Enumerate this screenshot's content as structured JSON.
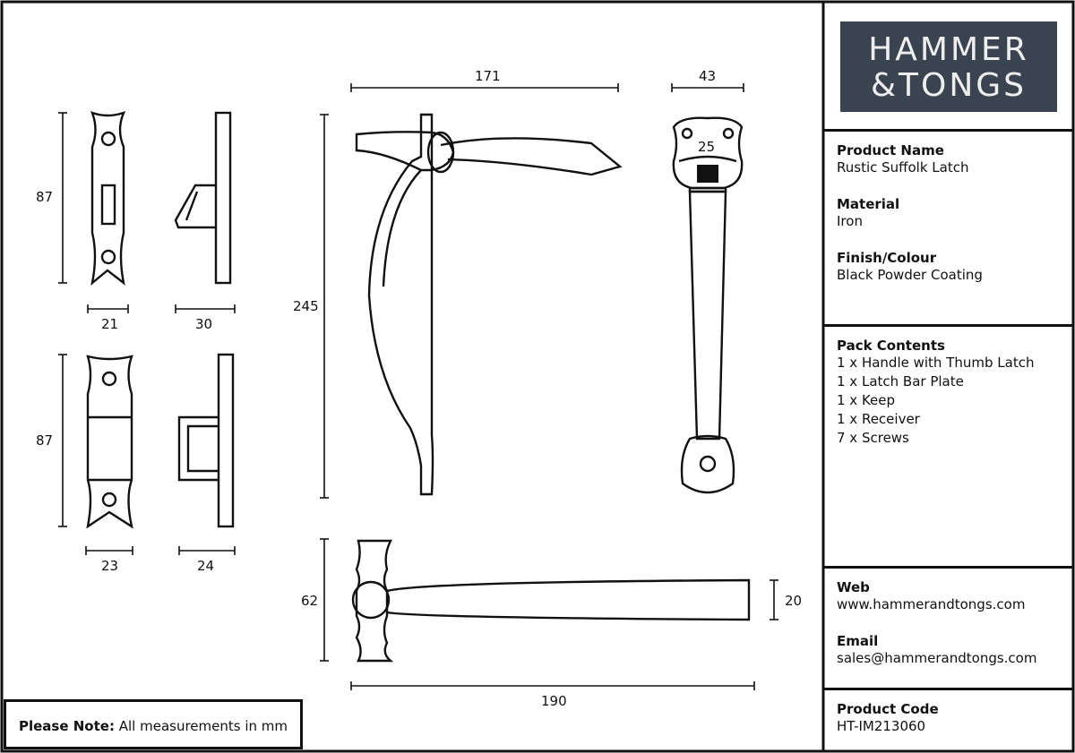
{
  "brand": {
    "line1": "HAMMER",
    "line2": "&TONGS"
  },
  "product": {
    "name_label": "Product Name",
    "name": "Rustic Suffolk Latch",
    "material_label": "Material",
    "material": "Iron",
    "finish_label": "Finish/Colour",
    "finish": "Black Powder Coating"
  },
  "pack": {
    "label": "Pack Contents",
    "items": [
      "1 x Handle with Thumb Latch",
      "1 x Latch Bar Plate",
      "1 x Keep",
      "1 x Receiver",
      "7 x Screws"
    ]
  },
  "contact": {
    "web_label": "Web",
    "web": "www.hammerandtongs.com",
    "email_label": "Email",
    "email": "sales@hammerandtongs.com"
  },
  "code": {
    "label": "Product Code",
    "value": "HT-IM213060"
  },
  "note": {
    "label": "Please Note:",
    "text": "All measurements in mm"
  },
  "dimensions": {
    "keep_height": "87",
    "keep_width": "21",
    "keep_depth": "30",
    "receiver_height": "87",
    "receiver_width": "23",
    "receiver_depth": "24",
    "handle_length": "171",
    "handle_height": "245",
    "handle_width": "43",
    "thumb_width": "25",
    "bar_height": "62",
    "bar_length": "190",
    "bar_width": "20"
  }
}
